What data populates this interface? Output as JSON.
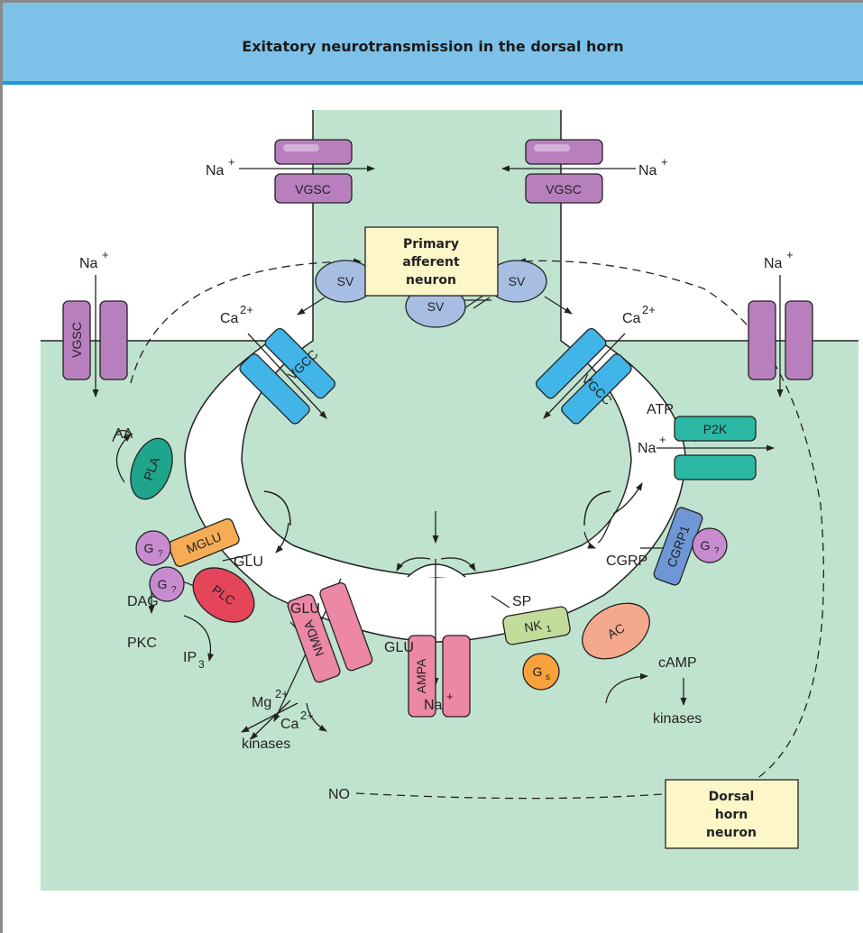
{
  "title": "Exitatory neurotransmission in the dorsal horn",
  "boxes": {
    "primary": [
      "Primary",
      "afferent",
      "neuron"
    ],
    "dorsal": [
      "Dorsal",
      "horn",
      "neuron"
    ]
  },
  "ions": {
    "na": "Na",
    "plus": "+",
    "ca": "Ca",
    "two_plus": "2+",
    "mg": "Mg"
  },
  "proteins": {
    "vgsc": "VGSC",
    "vgcc": "VGCC",
    "p2k": "P2K",
    "cgrp1": "CGRP1",
    "pla": "PLA",
    "mglu": "MGLU",
    "plc": "PLC",
    "nmda": "NMDA",
    "ampa": "AMPA",
    "nk": "NK",
    "nk_sub": "1",
    "ac": "AC",
    "sv": "SV",
    "g": "G",
    "g_sub_q": "?",
    "g_sub_s": "s"
  },
  "labels": {
    "atp": "ATP",
    "aa": "AA",
    "glu": "GLU",
    "cgrp": "CGRP",
    "sp": "SP",
    "dag": "DAG",
    "pkc": "PKC",
    "ip": "IP",
    "ip_sub": "3",
    "camp": "cAMP",
    "kinases": "kinases",
    "no": "NO"
  },
  "colors": {
    "header": "#7dc1e9",
    "header_rule": "#1b9ad6",
    "neuron_fill": "#c0e3cf",
    "vgsc": "#b87fbe",
    "vgcc": "#41b5e8",
    "p2k": "#2bb8a4",
    "cgrp1": "#6f97d6",
    "pla": "#1fa58c",
    "mglu": "#f5ad55",
    "plc": "#e5455a",
    "receptor": "#ec87a6",
    "nk1": "#c3dc9b",
    "ac": "#f4a98e",
    "sv": "#a7bee2",
    "g_protein": "#c88bd0",
    "gs": "#f7a23b",
    "label_box": "#fdf6c8"
  }
}
